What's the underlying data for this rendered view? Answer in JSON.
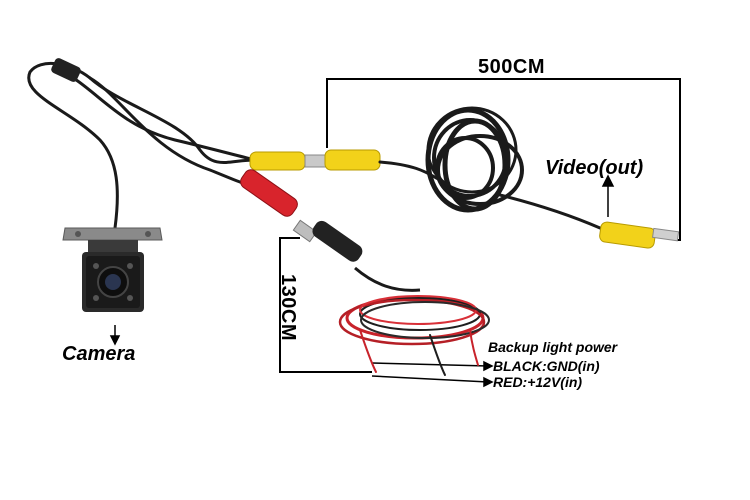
{
  "labels": {
    "cable_length": "500CM",
    "video_out": "Video(out)",
    "camera": "Camera",
    "power_length": "130CM",
    "backup_light": "Backup light power",
    "black_wire": "BLACK:GND(in)",
    "red_wire": "RED:+12V(in)"
  },
  "colors": {
    "background": "#ffffff",
    "cable": "#1a1a1a",
    "rca_yellow": "#f2d21a",
    "rca_red": "#d8242c",
    "camera_body": "#2a2a2a",
    "bracket": "#8a8a8a",
    "dimension_line": "#000000"
  }
}
